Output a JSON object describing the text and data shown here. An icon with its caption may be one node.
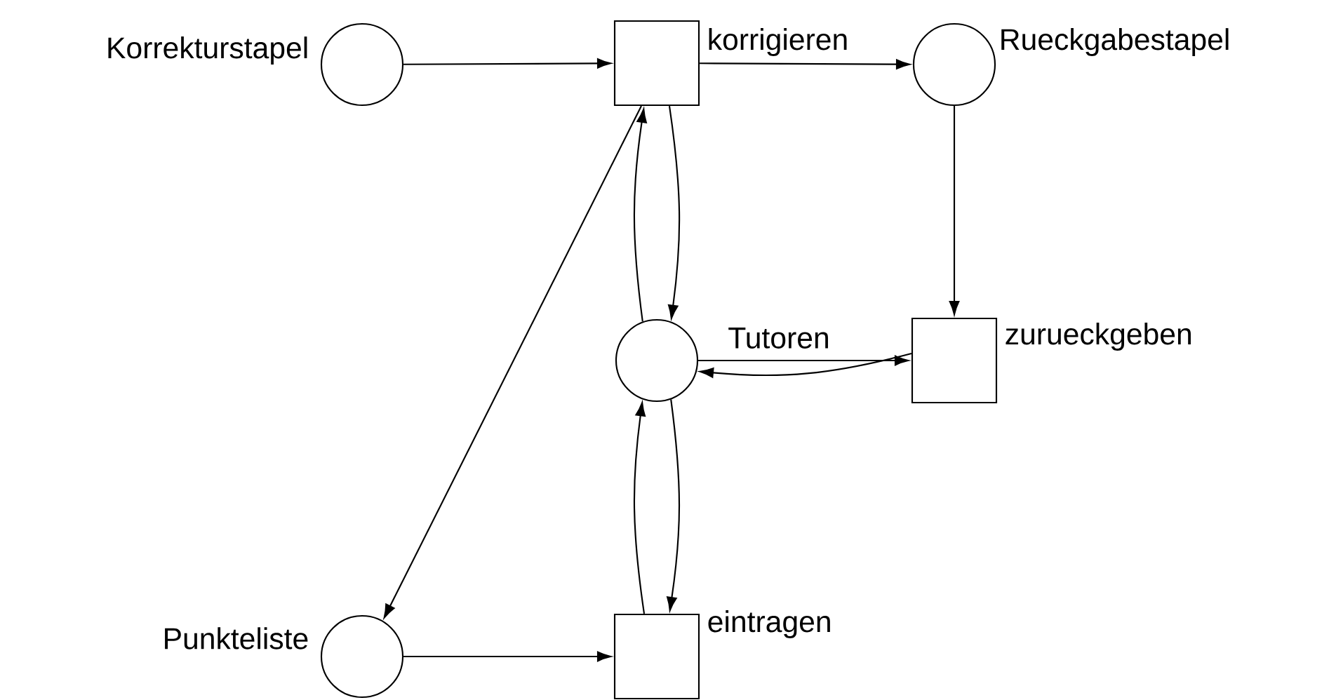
{
  "diagram": {
    "nodes": [
      {
        "text": [
          "Korrekturstapel"
        ]
      },
      {
        "text": [
          "korrigieren"
        ]
      },
      {
        "text": [
          "Rueckgabestapel"
        ]
      },
      {
        "text": [
          "Tutoren"
        ]
      },
      {
        "text": [
          "zurueckgeben"
        ]
      },
      {
        "text": [
          "Punkteliste"
        ]
      },
      {
        "text": [
          "eintragen"
        ]
      }
    ],
    "edges": [
      {
        "from": 0,
        "to": 1,
        "arrow": "to"
      },
      {
        "from": 1,
        "to": 2,
        "arrow": "to"
      },
      {
        "from": 2,
        "to": 4,
        "arrow": "to"
      },
      {
        "from": 1,
        "to": 3,
        "arrow": "to"
      },
      {
        "from": 3,
        "to": 1,
        "arrow": "to"
      },
      {
        "from": 3,
        "to": 4,
        "arrow": "to"
      },
      {
        "from": 4,
        "to": 3,
        "arrow": "to"
      },
      {
        "from": 1,
        "to": 5,
        "arrow": "to"
      },
      {
        "from": 5,
        "to": 6,
        "arrow": "to"
      },
      {
        "from": 3,
        "to": 6,
        "arrow": "to"
      },
      {
        "from": 6,
        "to": 3,
        "arrow": "to"
      }
    ]
  }
}
